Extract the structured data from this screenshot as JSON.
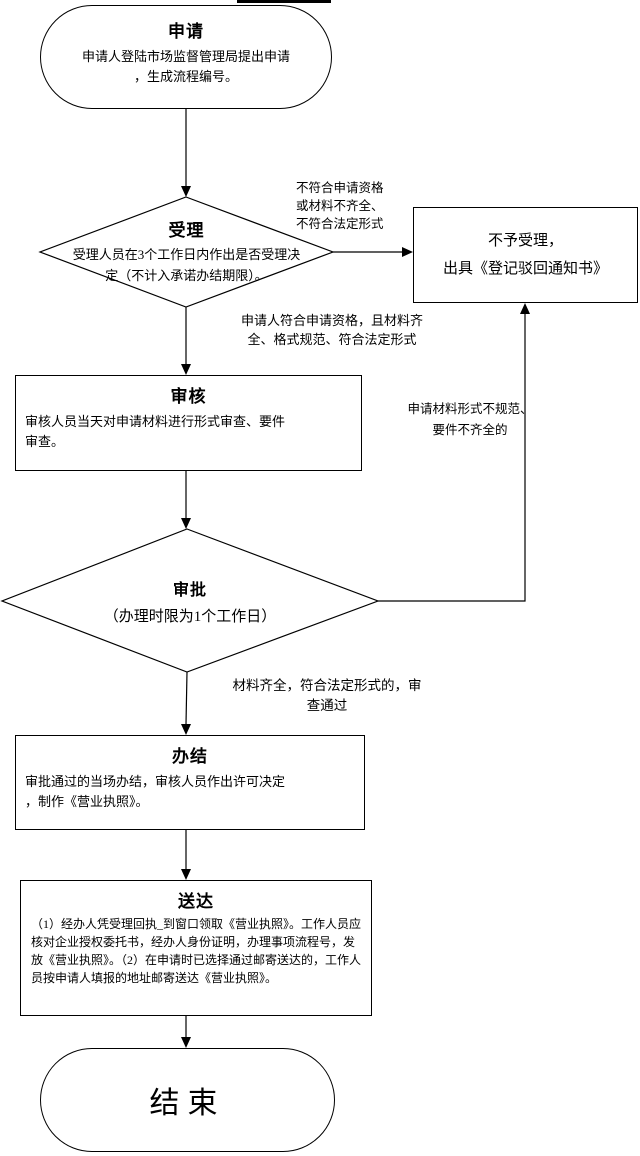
{
  "flowchart": {
    "apply": {
      "title": "申请",
      "body": "申请人登陆市场监督管理局提出申请\n，生成流程编号。"
    },
    "accept": {
      "title": "受理",
      "body": "受理人员在3个工作日内作出是否受理决\n定（不计入承诺办结期限）。"
    },
    "reject": {
      "body": "不予受理，\n出具《登记驳回通知书》"
    },
    "review": {
      "title": "审核",
      "body": "审核人员当天对申请材料进行形式审查、要件\n审查。"
    },
    "approve": {
      "title": "审批",
      "subtitle": "（办理时限为1个工作日）"
    },
    "complete": {
      "title": "办结",
      "body": "审批通过的当场办结，审核人员作出许可决定\n，制作《营业执照》。"
    },
    "deliver": {
      "title": "送达",
      "body": "（1）经办人凭受理回执_到窗口领取《营业执照》。工作人员应核对企业授权委托书，经办人身份证明，办理事项流程号，发放《营业执照》。（2）在申请时已选择通过邮寄送达的，工作人员按申请人填报的地址邮寄送达《营业执照》。"
    },
    "end": {
      "title": "结束"
    },
    "labels": {
      "not_qualified": "不符合申请资格\n或材料不齐全、\n不符合法定形式",
      "qualified": "申请人符合申请资格，且材料齐\n全、格式规范、符合法定形式",
      "not_standard": "申请材料形式不规范、\n要件不齐全的",
      "pass": "材料齐全，符合法定形式的，审\n查通过"
    },
    "line_color": "#000000",
    "fill_color": "#ffffff"
  }
}
